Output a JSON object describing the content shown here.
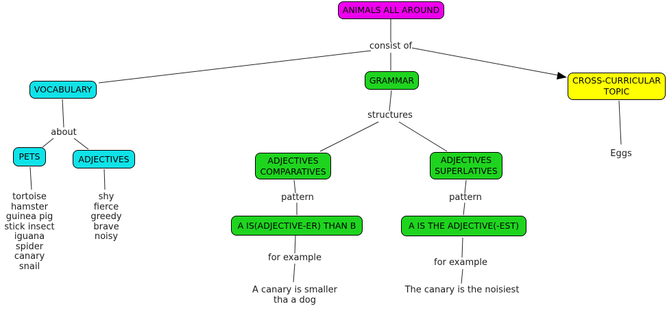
{
  "nodes": {
    "animals": {
      "label": "ANIMALS ALL AROUND",
      "color": "#ee00ee"
    },
    "vocabulary": {
      "label": "VOCABULARY",
      "color": "#0fe3e8"
    },
    "grammar": {
      "label": "GRAMMAR",
      "color": "#1fd41f"
    },
    "cross": {
      "label": [
        "CROSS-CURRICULAR",
        "TOPIC"
      ],
      "color": "#ffff00"
    },
    "pets": {
      "label": "PETS",
      "color": "#0fe3e8"
    },
    "adjectives": {
      "label": "ADJECTIVES",
      "color": "#0fe3e8"
    },
    "comparatives": {
      "label": [
        "ADJECTIVES",
        "COMPARATIVES"
      ],
      "color": "#1fd41f"
    },
    "superlatives": {
      "label": [
        "ADJECTIVES",
        "SUPERLATIVES"
      ],
      "color": "#1fd41f"
    },
    "pattern_er": {
      "label": "A IS(ADJECTIVE-ER) THAN B",
      "color": "#1fd41f"
    },
    "pattern_est": {
      "label": "A IS THE ADJECTIVE(-EST)",
      "color": "#1fd41f"
    }
  },
  "links": {
    "consist_of": "consist of",
    "about": "about",
    "structures": "structures",
    "pattern_left": "pattern",
    "pattern_right": "pattern",
    "for_example_left": "for example",
    "for_example_right": "for example"
  },
  "leaves": {
    "pets_list": [
      "tortoise",
      "hamster",
      "guinea pig",
      "stick insect",
      "iguana",
      "spider",
      "canary",
      "snail"
    ],
    "adjective_list": [
      "shy",
      "fierce",
      "greedy",
      "brave",
      "noisy"
    ],
    "comparative_example": [
      "A canary is smaller",
      "tha a dog"
    ],
    "superlative_example": "The canary is the noisiest",
    "cross_example": "Eggs"
  }
}
